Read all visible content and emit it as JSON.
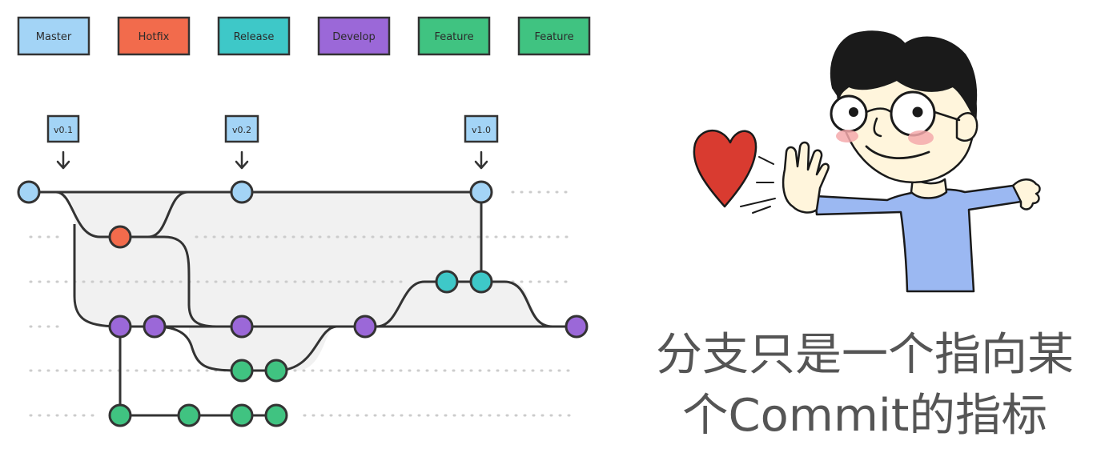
{
  "legend": [
    {
      "label": "Master",
      "color": "#a3d4f6"
    },
    {
      "label": "Hotfix",
      "color": "#f26b4c"
    },
    {
      "label": "Release",
      "color": "#3ec8c8"
    },
    {
      "label": "Develop",
      "color": "#9b68d8"
    },
    {
      "label": "Feature",
      "color": "#40c381"
    },
    {
      "label": "Feature",
      "color": "#40c381"
    }
  ],
  "tags": [
    "v0.1",
    "v0.2",
    "v1.0"
  ],
  "colors": {
    "master": "#a3d4f6",
    "hotfix": "#f26b4c",
    "release": "#3ec8c8",
    "develop": "#9b68d8",
    "feature": "#40c381",
    "stroke": "#333333",
    "fill_area": "#f1f1f1",
    "dots": "#cccccc",
    "heart": "#d93b30",
    "shirt": "#9bb8f2",
    "skin": "#fff5dc",
    "hair": "#1a1a1a",
    "blush": "#f4a9ab"
  },
  "caption": {
    "line1": "分支只是一个指向某",
    "line2": "个Commit的指标"
  }
}
